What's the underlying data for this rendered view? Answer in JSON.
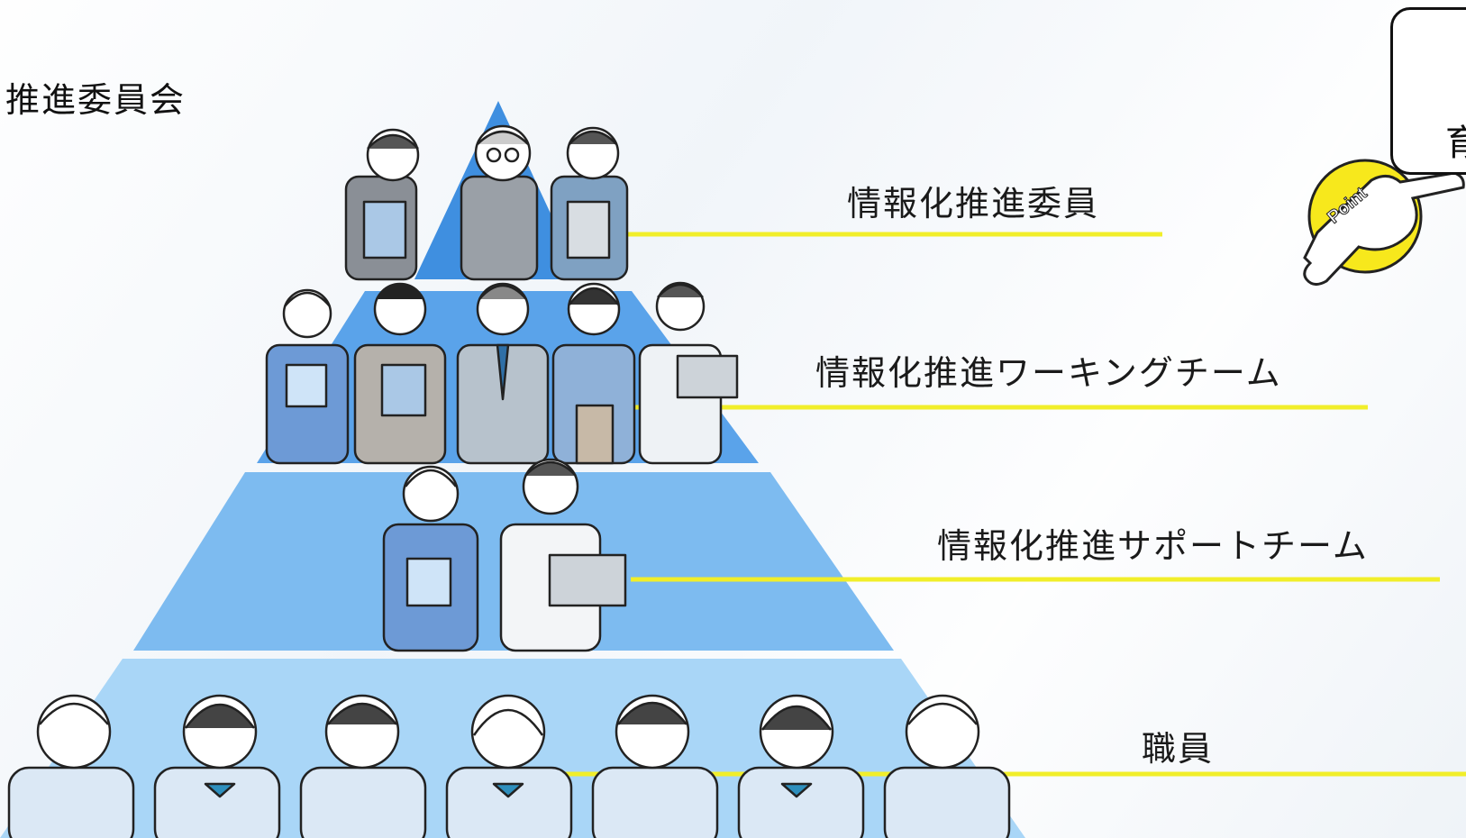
{
  "heading": "推進委員会",
  "tiers": [
    {
      "label": "情報化推進委員"
    },
    {
      "label": "情報化推進ワーキングチーム"
    },
    {
      "label": "情報化推進サポートチーム"
    },
    {
      "label": "職員"
    }
  ],
  "point_badge": {
    "text": "Point"
  },
  "point_box_text": "育",
  "colors": {
    "tier1": "#3f8fe0",
    "tier2": "#5aa3ea",
    "tier3": "#7dbbf0",
    "tier4": "#a9d6f7",
    "accent_line": "#f1ee2a",
    "badge": "#f7e81c"
  },
  "icons": {
    "pointing_hand": "pointing-hand-icon",
    "person": "person-icon"
  }
}
